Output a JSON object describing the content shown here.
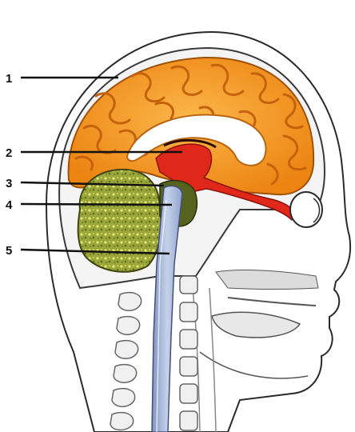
{
  "labels": [
    "1",
    "2",
    "3",
    "4",
    "5"
  ],
  "colors": {
    "cortex": "#f39a1e",
    "cortex_fold": "#c6620c",
    "cerebellum": "#9ba63a",
    "brainstem": "#a9b7d6",
    "vessels": "#e0281a",
    "outline": "#2a2a2a",
    "background": "#ffffff"
  }
}
